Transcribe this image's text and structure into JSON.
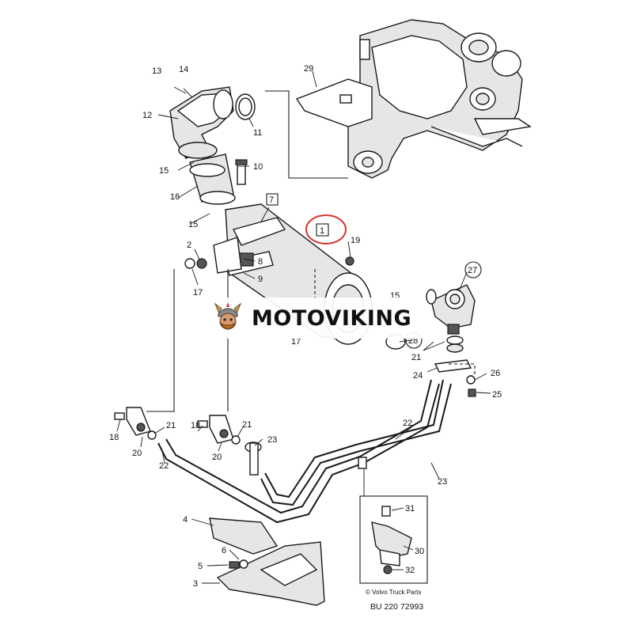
{
  "diagram": {
    "callouts": {
      "c1": "1",
      "c2": "2",
      "c3": "3",
      "c4": "4",
      "c5": "5",
      "c6": "6",
      "c7": "7",
      "c8": "8",
      "c9": "9",
      "c10": "10",
      "c11": "11",
      "c12": "12",
      "c13": "13",
      "c14": "14",
      "c15a": "15",
      "c15b": "15",
      "c15c": "15",
      "c16": "16",
      "c17a": "17",
      "c17b": "17",
      "c18a": "18",
      "c18b": "18",
      "c19": "19",
      "c20a": "20",
      "c20b": "20",
      "c21a": "21",
      "c21b": "21",
      "c21c": "21",
      "c22a": "22",
      "c22b": "22",
      "c23a": "23",
      "c23b": "23",
      "c24": "24",
      "c25": "25",
      "c26": "26",
      "c27": "27",
      "c28": "28",
      "c29": "29",
      "c30": "30",
      "c31": "31",
      "c32": "32"
    },
    "highlight_color": "#d9332b"
  },
  "watermark": {
    "text": "MOTOVIKING",
    "logo_icon": "viking-mascot-icon"
  },
  "footer": {
    "copyright": "© Volvo Truck Parts",
    "drawing_number": "BU 220 72993"
  }
}
